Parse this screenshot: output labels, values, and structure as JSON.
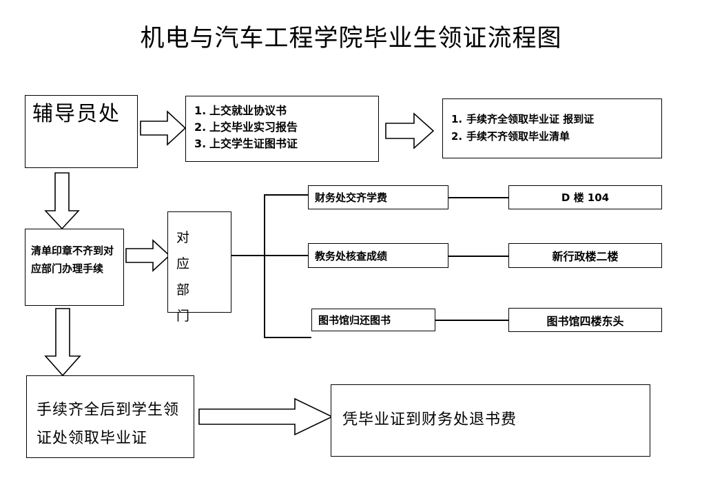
{
  "page": {
    "title": "机电与汽车工程学院毕业生领证流程图"
  },
  "nodes": {
    "counselor_office": {
      "label": "辅导员处"
    },
    "submit_list": {
      "items": [
        {
          "num": "1.",
          "text": "上交就业协议书"
        },
        {
          "num": "2.",
          "text": "上交毕业实习报告"
        },
        {
          "num": "3.",
          "text": "上交学生证图书证"
        }
      ]
    },
    "collect_list": {
      "items": [
        {
          "num": "1.",
          "text": "手续齐全领取毕业证 报到证"
        },
        {
          "num": "2.",
          "text": "手续不齐领取毕业清单"
        }
      ]
    },
    "incomplete_stamp": {
      "line1": "清单印章不齐到对",
      "line2": "应部门办理手续"
    },
    "corresponding_dept": {
      "line1": "对 应",
      "line2": "部 门"
    },
    "final_collect": {
      "line1": "手续齐全后到学生领",
      "line2": "证处领取毕业证"
    },
    "refund_books": {
      "label": "凭毕业证到财务处退书费"
    }
  },
  "departments": [
    {
      "task": "财务处交齐学费",
      "location": "D 楼 104"
    },
    {
      "task": "教务处核查成绩",
      "location": "新行政楼二楼"
    },
    {
      "task": "图书馆归还图书",
      "location": "图书馆四楼东头"
    }
  ],
  "colors": {
    "stroke": "#000000",
    "fill": "#ffffff",
    "text": "#000000"
  }
}
